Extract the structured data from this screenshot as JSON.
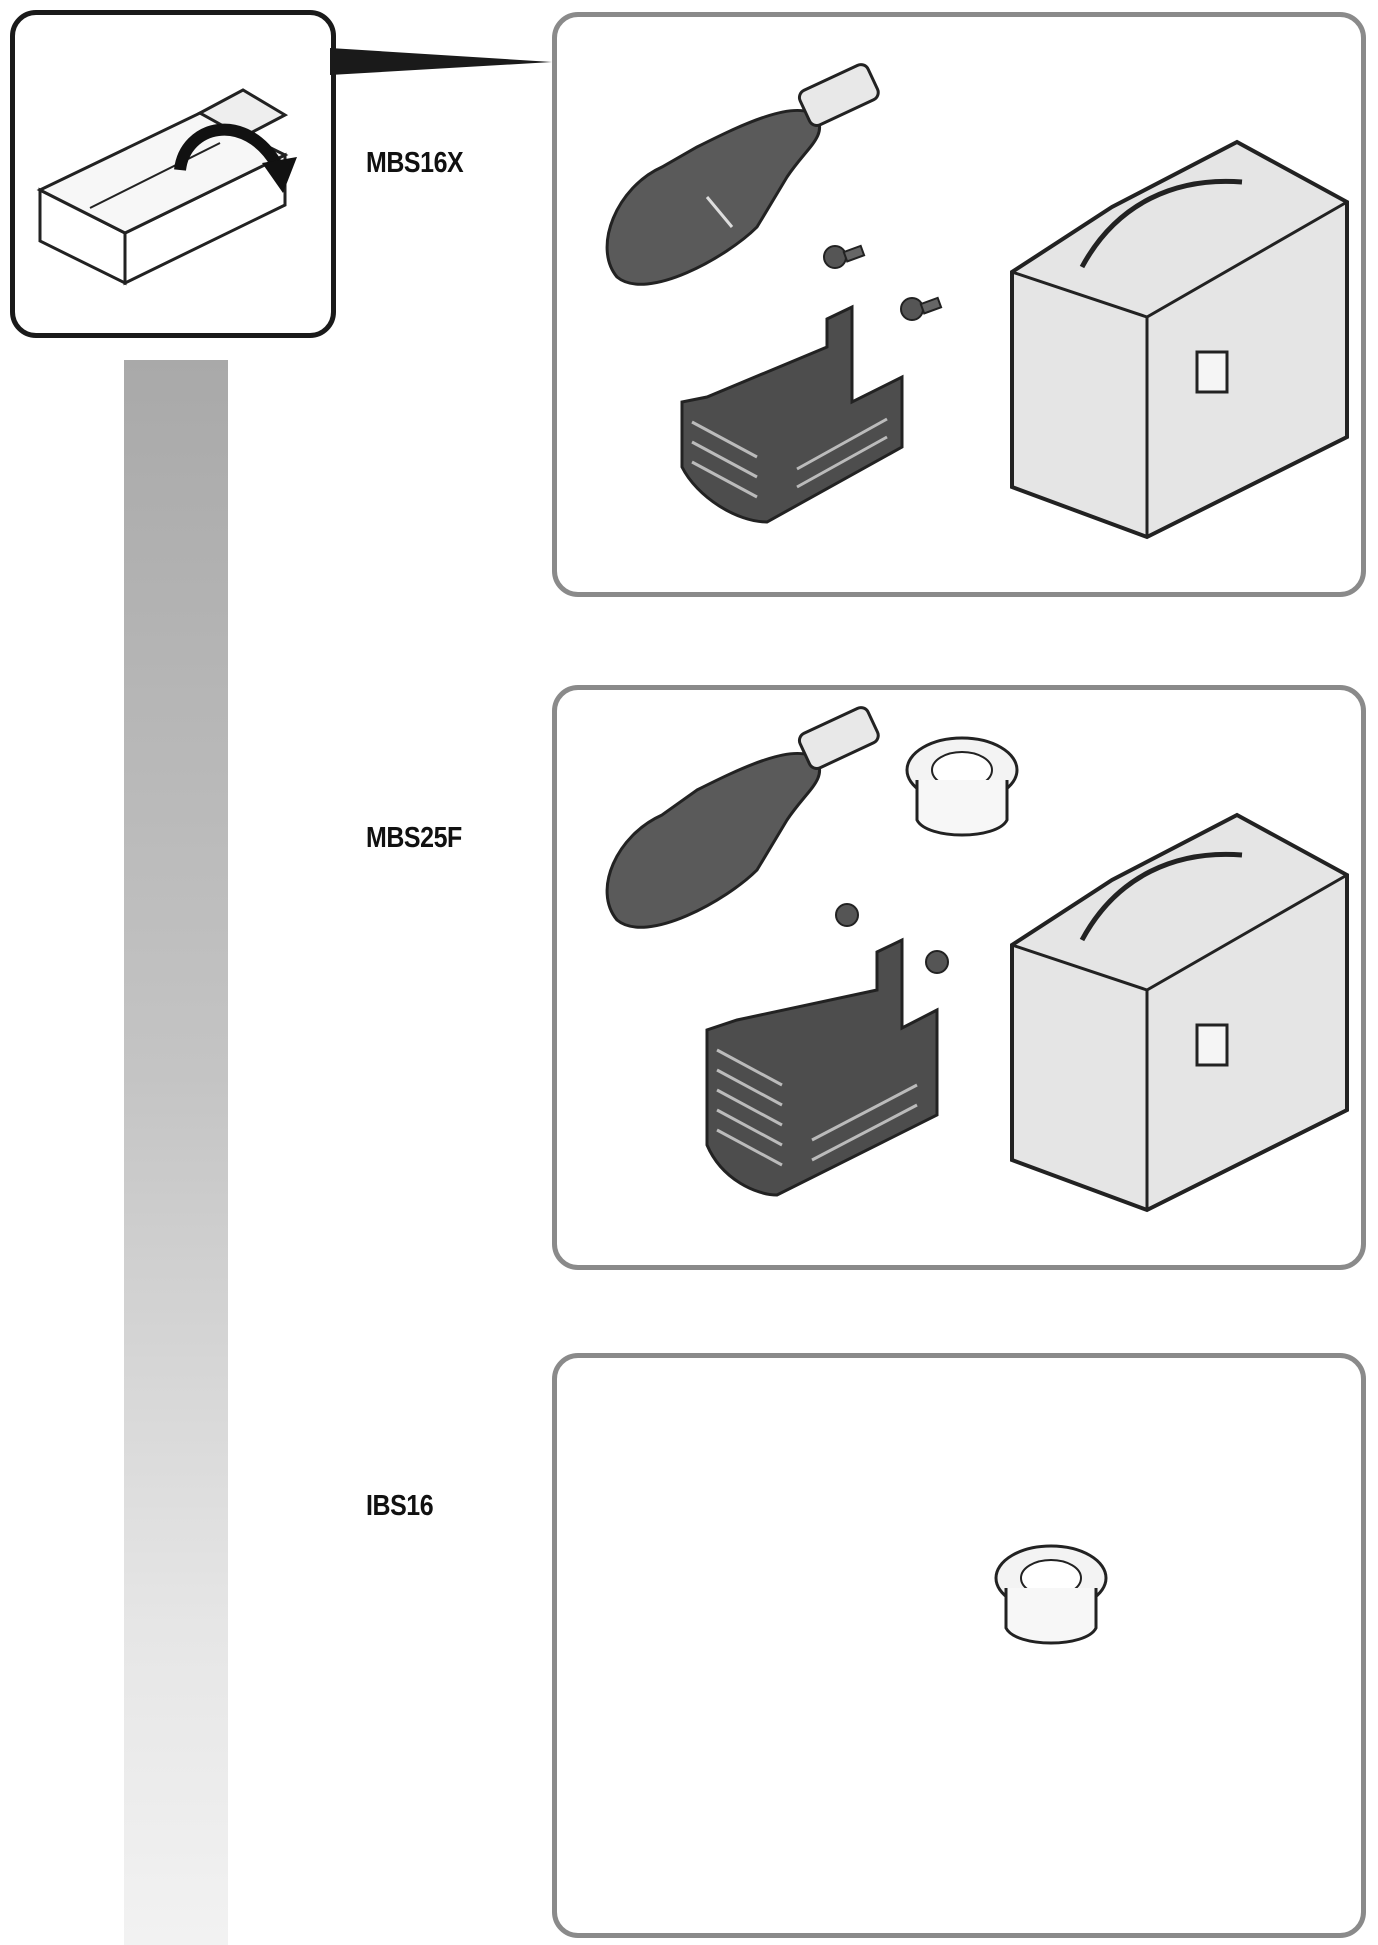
{
  "page": {
    "colors": {
      "frame": "#8a8a8a",
      "ink": "#1a1a1a",
      "gradient_top": "#a9a9a9",
      "gradient_bottom": "#f2f2f2"
    }
  },
  "unboxing": {
    "icon": "open-box-icon"
  },
  "sections": [
    {
      "label": "MBS16X",
      "items": [
        "strap-icon",
        "screw-icon",
        "screw-icon",
        "guard-cage-icon",
        "carrying-case-icon"
      ]
    },
    {
      "label": "MBS25F",
      "items": [
        "strap-icon",
        "bushing-icon",
        "screw-icon",
        "screw-icon",
        "guard-cage-icon",
        "carrying-case-icon"
      ]
    },
    {
      "label": "IBS16",
      "items": [
        "bushing-icon"
      ]
    }
  ]
}
